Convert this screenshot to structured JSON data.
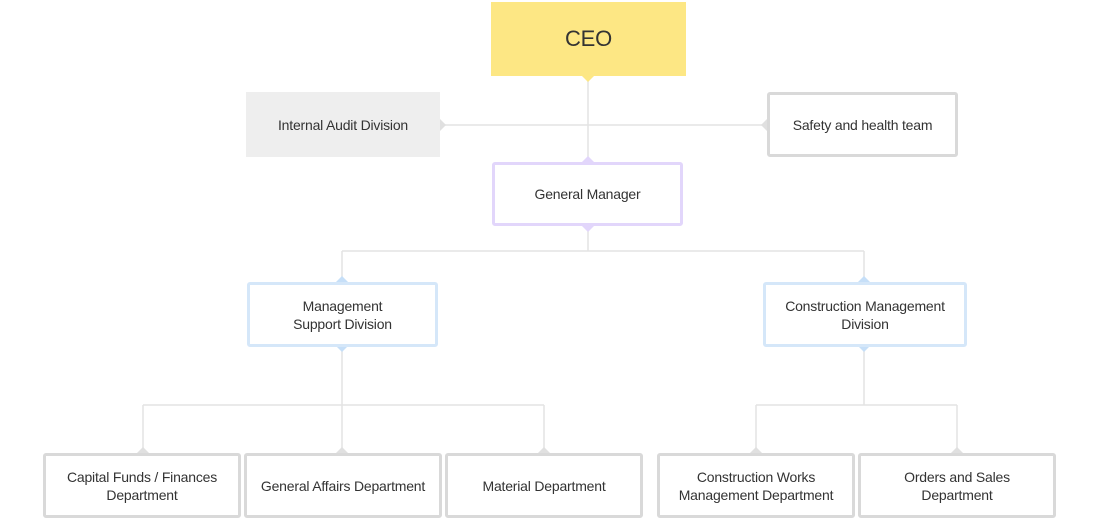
{
  "colors": {
    "ceo": "#fde784",
    "audit": "#eeeeee",
    "gray_border": "#d9d9d9",
    "purple_border": "#e2d6fb",
    "blue_border": "#d5e7f9",
    "line": "#e3e3e3"
  },
  "nodes": {
    "ceo": "CEO",
    "internal_audit": "Internal Audit Division",
    "safety": "Safety and health team",
    "general_manager": "General Manager",
    "management_support": "Management Support Division",
    "construction_management": "Construction Management Division",
    "capital_funds": "Capital Funds / Finances Department",
    "general_affairs": "General Affairs Department",
    "material": "Material Department",
    "construction_works": "Construction Works Management Department",
    "orders_sales": "Orders and Sales Department"
  }
}
